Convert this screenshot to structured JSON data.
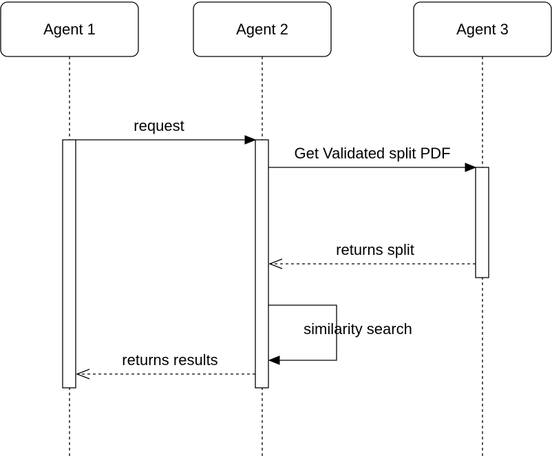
{
  "diagram": {
    "type": "sequence",
    "actors": [
      {
        "id": "agent1",
        "label": "Agent 1"
      },
      {
        "id": "agent2",
        "label": "Agent 2"
      },
      {
        "id": "agent3",
        "label": "Agent 3"
      }
    ],
    "messages": [
      {
        "id": "request",
        "from": "agent1",
        "to": "agent2",
        "label": "request",
        "style": "solid"
      },
      {
        "id": "get_validated",
        "from": "agent2",
        "to": "agent3",
        "label": "Get Validated split PDF",
        "style": "solid"
      },
      {
        "id": "returns_split",
        "from": "agent3",
        "to": "agent2",
        "label": "returns split",
        "style": "dashed"
      },
      {
        "id": "similarity_search",
        "from": "agent2",
        "to": "agent2",
        "label": "similarity search",
        "style": "solid-self"
      },
      {
        "id": "returns_results",
        "from": "agent2",
        "to": "agent1",
        "label": "returns results",
        "style": "dashed"
      }
    ]
  }
}
